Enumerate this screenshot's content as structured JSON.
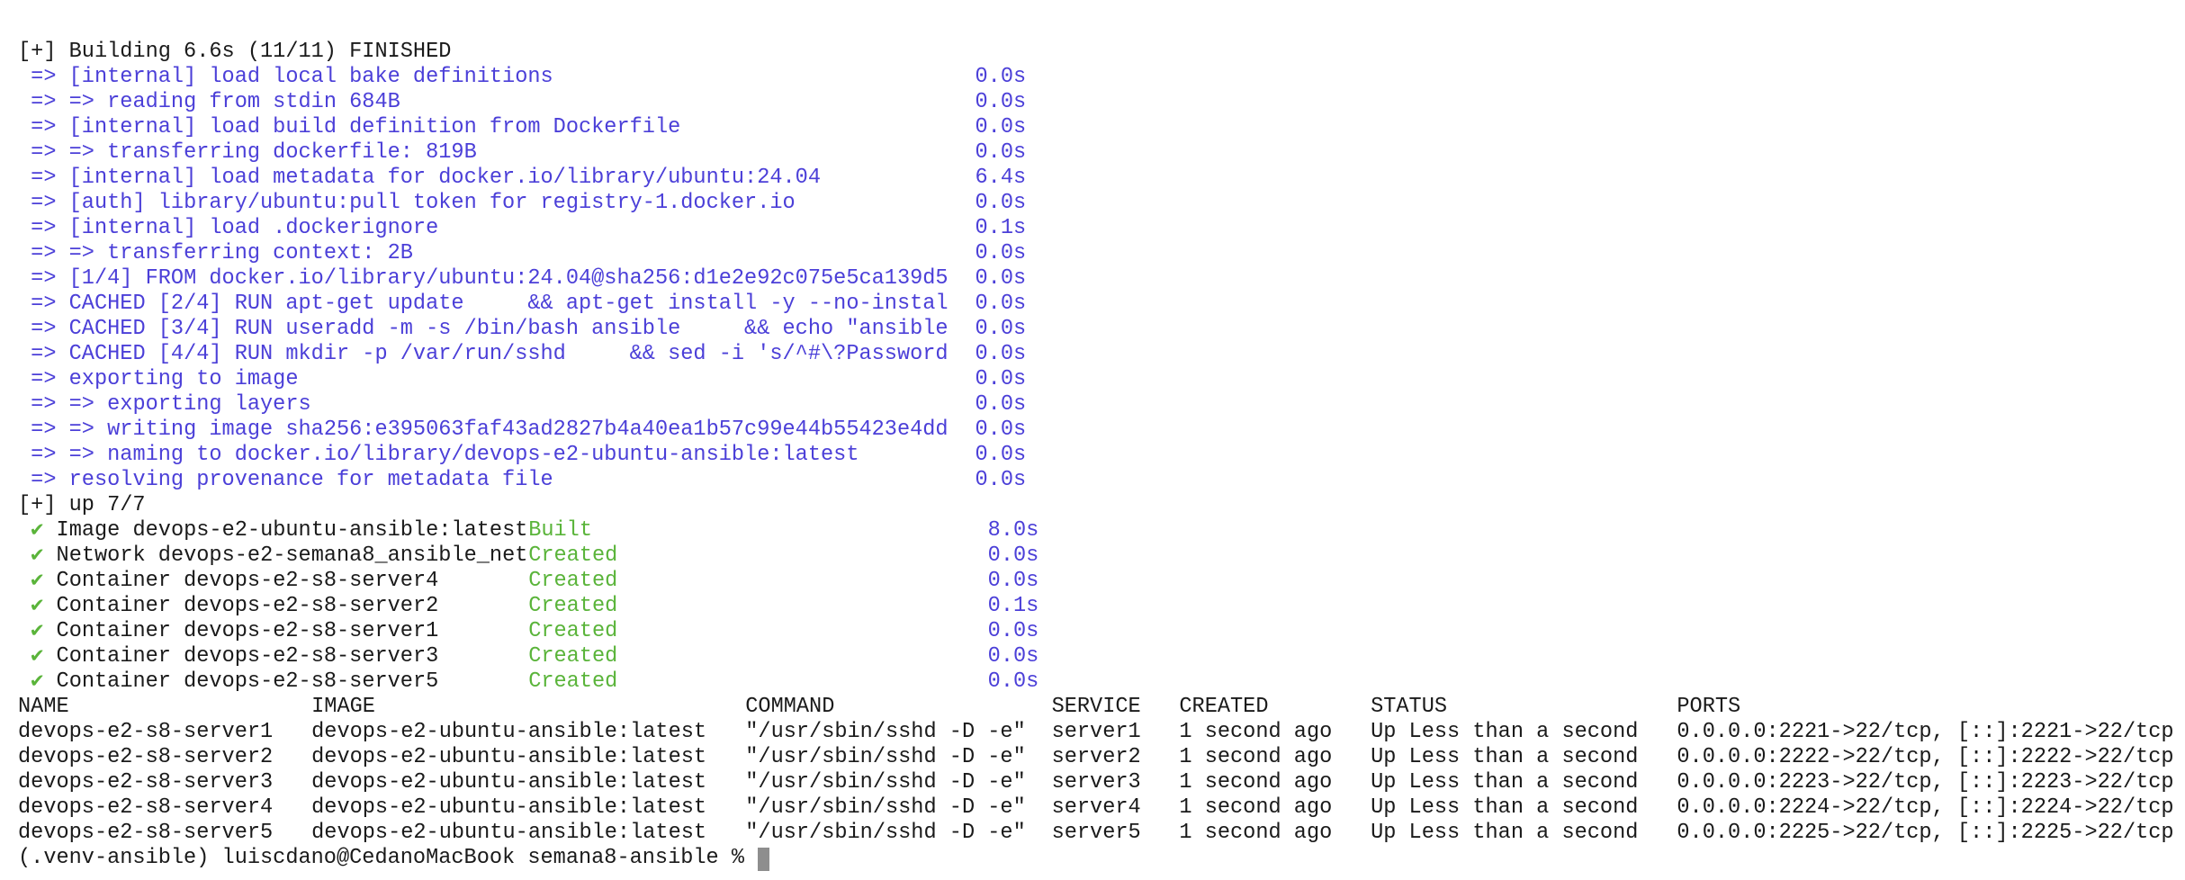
{
  "colors": {
    "progress": "#4b3fd8",
    "success": "#5ab43a",
    "text": "#1a1a1a",
    "cursor": "#8e8e8e"
  },
  "build": {
    "header": "[+] Building 6.6s (11/11) FINISHED",
    "steps": [
      {
        "text": "=> [internal] load local bake definitions",
        "time": "0.0s"
      },
      {
        "text": "=> => reading from stdin 684B",
        "time": "0.0s"
      },
      {
        "text": "=> [internal] load build definition from Dockerfile",
        "time": "0.0s"
      },
      {
        "text": "=> => transferring dockerfile: 819B",
        "time": "0.0s"
      },
      {
        "text": "=> [internal] load metadata for docker.io/library/ubuntu:24.04",
        "time": "6.4s"
      },
      {
        "text": "=> [auth] library/ubuntu:pull token for registry-1.docker.io",
        "time": "0.0s"
      },
      {
        "text": "=> [internal] load .dockerignore",
        "time": "0.1s"
      },
      {
        "text": "=> => transferring context: 2B",
        "time": "0.0s"
      },
      {
        "text": "=> [1/4] FROM docker.io/library/ubuntu:24.04@sha256:d1e2e92c075e5ca139d5",
        "time": "0.0s"
      },
      {
        "text": "=> CACHED [2/4] RUN apt-get update     && apt-get install -y --no-instal",
        "time": "0.0s"
      },
      {
        "text": "=> CACHED [3/4] RUN useradd -m -s /bin/bash ansible     && echo \"ansible",
        "time": "0.0s"
      },
      {
        "text": "=> CACHED [4/4] RUN mkdir -p /var/run/sshd     && sed -i 's/^#\\?Password",
        "time": "0.0s"
      },
      {
        "text": "=> exporting to image",
        "time": "0.0s"
      },
      {
        "text": "=> => exporting layers",
        "time": "0.0s"
      },
      {
        "text": "=> => writing image sha256:e395063faf43ad2827b4a40ea1b57c99e44b55423e4dd",
        "time": "0.0s"
      },
      {
        "text": "=> => naming to docker.io/library/devops-e2-ubuntu-ansible:latest",
        "time": "0.0s"
      },
      {
        "text": "=> resolving provenance for metadata file",
        "time": "0.0s"
      }
    ]
  },
  "up": {
    "header": "[+] up 7/7",
    "check": "✔",
    "items": [
      {
        "resource": "Image devops-e2-ubuntu-ansible:latest",
        "status": "Built",
        "time": "8.0s"
      },
      {
        "resource": "Network devops-e2-semana8_ansible_net",
        "status": "Created",
        "time": "0.0s"
      },
      {
        "resource": "Container devops-e2-s8-server4",
        "status": "Created",
        "time": "0.0s"
      },
      {
        "resource": "Container devops-e2-s8-server2",
        "status": "Created",
        "time": "0.1s"
      },
      {
        "resource": "Container devops-e2-s8-server1",
        "status": "Created",
        "time": "0.0s"
      },
      {
        "resource": "Container devops-e2-s8-server3",
        "status": "Created",
        "time": "0.0s"
      },
      {
        "resource": "Container devops-e2-s8-server5",
        "status": "Created",
        "time": "0.0s"
      }
    ]
  },
  "ps": {
    "headers": [
      "NAME",
      "IMAGE",
      "COMMAND",
      "SERVICE",
      "CREATED",
      "STATUS",
      "PORTS"
    ],
    "rows": [
      [
        "devops-e2-s8-server1",
        "devops-e2-ubuntu-ansible:latest",
        "\"/usr/sbin/sshd -D -e\"",
        "server1",
        "1 second ago",
        "Up Less than a second",
        "0.0.0.0:2221->22/tcp, [::]:2221->22/tcp"
      ],
      [
        "devops-e2-s8-server2",
        "devops-e2-ubuntu-ansible:latest",
        "\"/usr/sbin/sshd -D -e\"",
        "server2",
        "1 second ago",
        "Up Less than a second",
        "0.0.0.0:2222->22/tcp, [::]:2222->22/tcp"
      ],
      [
        "devops-e2-s8-server3",
        "devops-e2-ubuntu-ansible:latest",
        "\"/usr/sbin/sshd -D -e\"",
        "server3",
        "1 second ago",
        "Up Less than a second",
        "0.0.0.0:2223->22/tcp, [::]:2223->22/tcp"
      ],
      [
        "devops-e2-s8-server4",
        "devops-e2-ubuntu-ansible:latest",
        "\"/usr/sbin/sshd -D -e\"",
        "server4",
        "1 second ago",
        "Up Less than a second",
        "0.0.0.0:2224->22/tcp, [::]:2224->22/tcp"
      ],
      [
        "devops-e2-s8-server5",
        "devops-e2-ubuntu-ansible:latest",
        "\"/usr/sbin/sshd -D -e\"",
        "server5",
        "1 second ago",
        "Up Less than a second",
        "0.0.0.0:2225->22/tcp, [::]:2225->22/tcp"
      ]
    ]
  },
  "prompt": {
    "text": "(.venv-ansible) luiscdano@CedanoMacBook semana8-ansible %",
    "input": ""
  }
}
